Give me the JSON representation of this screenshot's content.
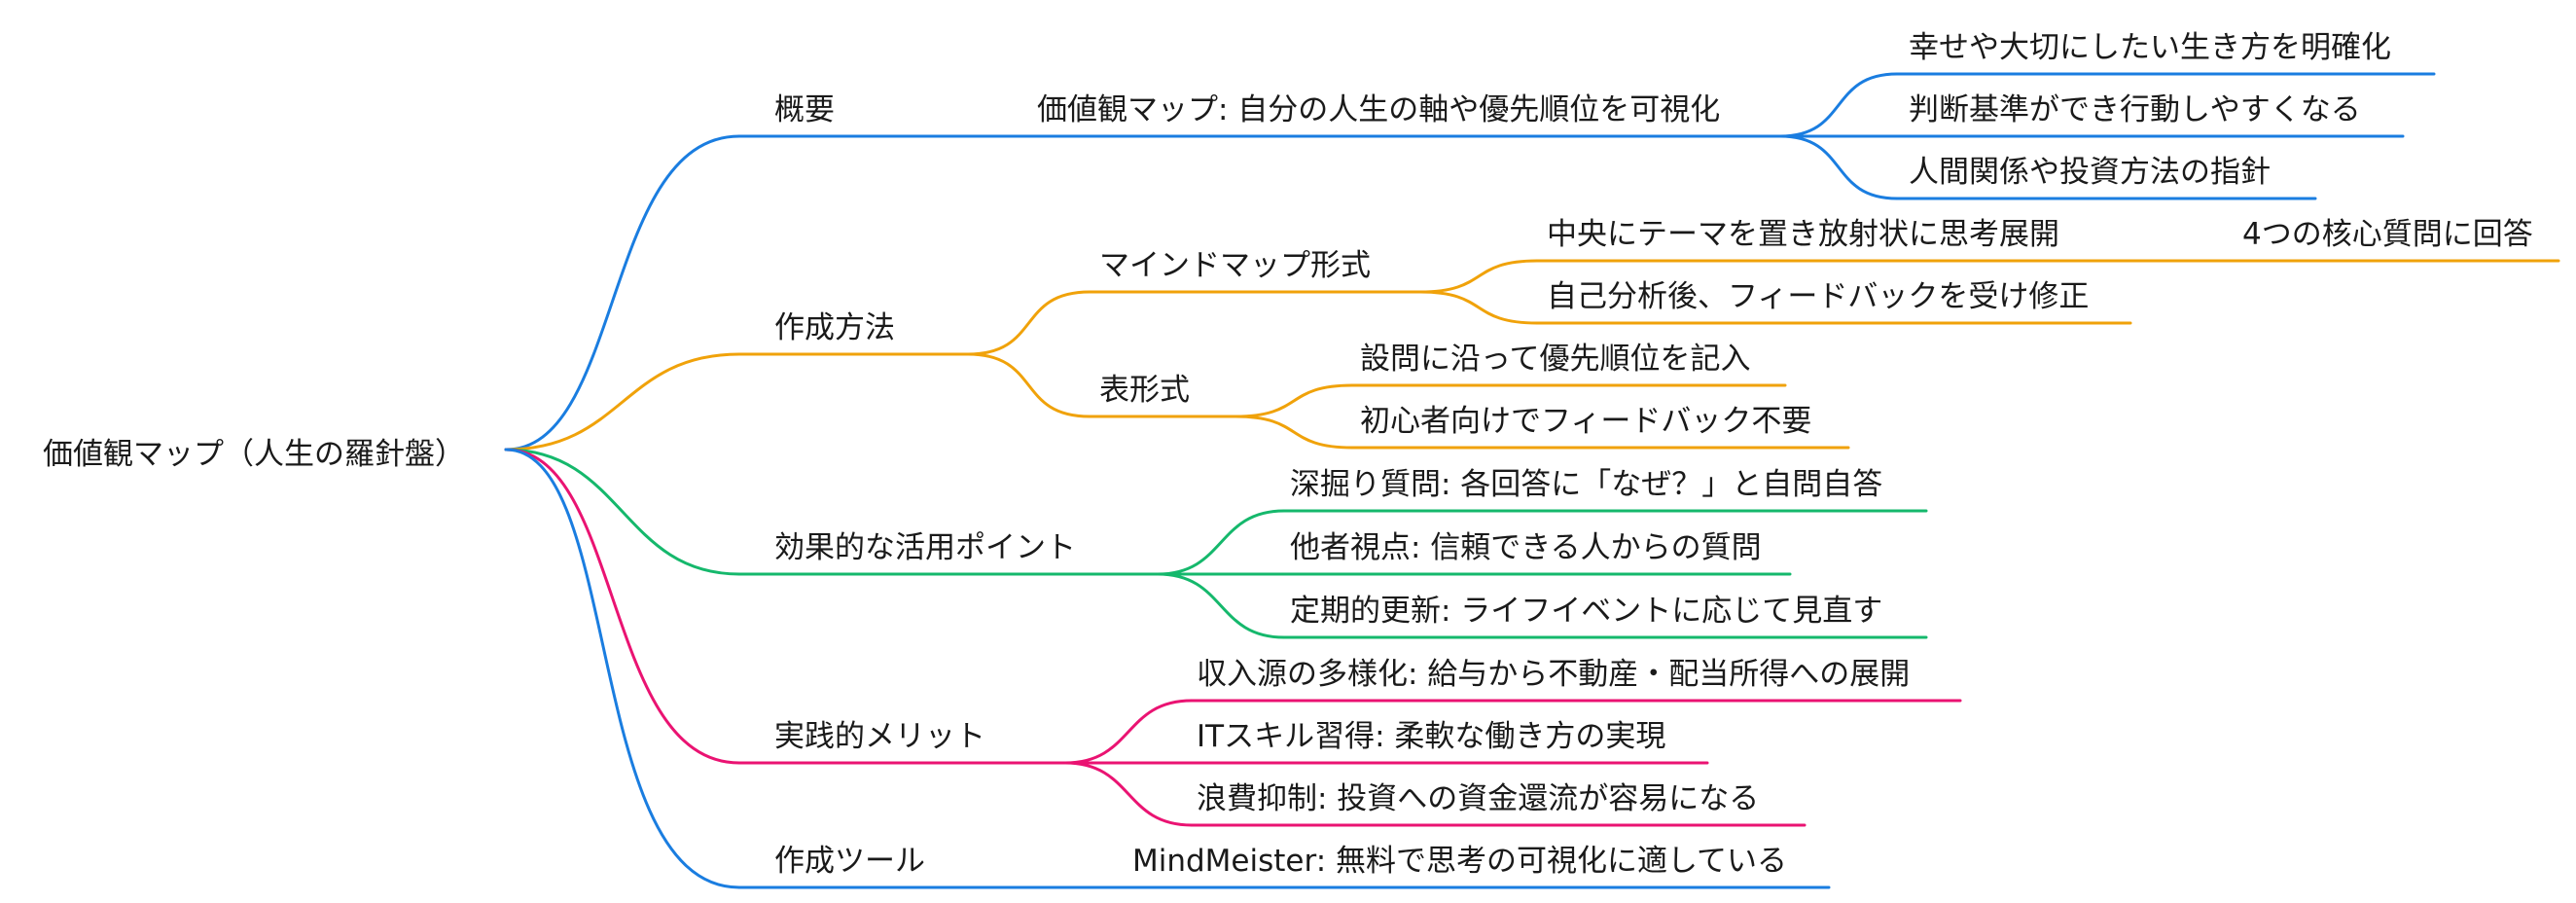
{
  "root": {
    "label": "価値観マップ（人生の羅針盤）"
  },
  "branches": [
    {
      "label": "概要",
      "color": "#1a7de0",
      "children": [
        {
          "label": "価値観マップ: 自分の人生の軸や優先順位を可視化",
          "children": [
            {
              "label": "幸せや大切にしたい生き方を明確化"
            },
            {
              "label": "判断基準ができ行動しやすくなる"
            },
            {
              "label": "人間関係や投資方法の指針"
            }
          ]
        }
      ]
    },
    {
      "label": "作成方法",
      "color": "#f0a20a",
      "children": [
        {
          "label": "マインドマップ形式",
          "children": [
            {
              "label": "中央にテーマを置き放射状に思考展開",
              "children": [
                {
                  "label": "4つの核心質問に回答"
                }
              ]
            },
            {
              "label": "自己分析後、フィードバックを受け修正"
            }
          ]
        },
        {
          "label": "表形式",
          "children": [
            {
              "label": "設問に沿って優先順位を記入"
            },
            {
              "label": "初心者向けでフィードバック不要"
            }
          ]
        }
      ]
    },
    {
      "label": "効果的な活用ポイント",
      "color": "#15b86c",
      "children": [
        {
          "label": "深掘り質問: 各回答に「なぜ？」と自問自答"
        },
        {
          "label": "他者視点: 信頼できる人からの質問"
        },
        {
          "label": "定期的更新: ライフイベントに応じて見直す"
        }
      ]
    },
    {
      "label": "実践的メリット",
      "color": "#ea1372",
      "children": [
        {
          "label": "収入源の多様化: 給与から不動産・配当所得への展開"
        },
        {
          "label": "ITスキル習得: 柔軟な働き方の実現"
        },
        {
          "label": "浪費抑制: 投資への資金還流が容易になる"
        }
      ]
    },
    {
      "label": "作成ツール",
      "color": "#1a7de0",
      "children": [
        {
          "label": "MindMeister: 無料で思考の可視化に適している"
        }
      ]
    }
  ]
}
